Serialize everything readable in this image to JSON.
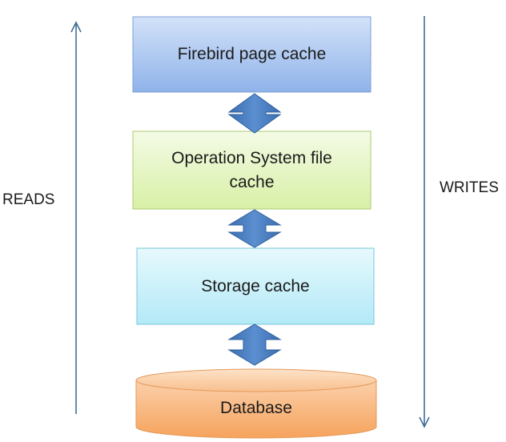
{
  "diagram": {
    "layers": [
      {
        "id": "firebird",
        "label": "Firebird page cache"
      },
      {
        "id": "os",
        "label": "Operation System file cache"
      },
      {
        "id": "storage",
        "label": "Storage cache"
      },
      {
        "id": "database",
        "label": "Database"
      }
    ],
    "left_label": "READS",
    "right_label": "WRITES"
  },
  "colors": {
    "firebird_fill": "#a9c6f2",
    "os_fill": "#e6f6c4",
    "storage_fill": "#c9f0fa",
    "database_fill": "#f9b47c",
    "connector_fill": "#4a7ec0",
    "direction_line": "#3f6d94"
  }
}
